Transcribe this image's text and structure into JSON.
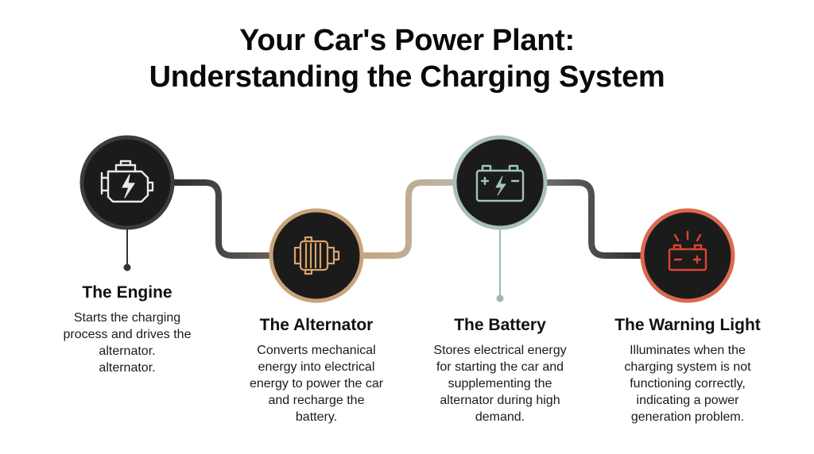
{
  "title": {
    "line1": "Your Car's Power Plant:",
    "line2": "Understanding the Charging System"
  },
  "colors": {
    "engine_ring": "#3c3c3c",
    "alternator_ring": "#c9a37a",
    "battery_ring": "#a6bfb7",
    "warning_ring": "#d96a52",
    "icon_light": "#e9e9e9",
    "icon_copper": "#d8a46c",
    "icon_teal": "#9fc6bd",
    "icon_red": "#e0452e"
  },
  "steps": [
    {
      "id": "engine",
      "icon": "engine-icon",
      "title": "The Engine",
      "text": [
        "Starts the charging",
        "process and drives the",
        "alternator.",
        "alternator."
      ]
    },
    {
      "id": "alternator",
      "icon": "alternator-icon",
      "title": "The Alternator",
      "text": [
        "Converts mechanical",
        "energy into electrical",
        "energy to power the car",
        "and recharge the",
        "battery."
      ]
    },
    {
      "id": "battery",
      "icon": "battery-icon",
      "title": "The Battery",
      "text": [
        "Stores electrical energy",
        "for starting the car and",
        "supplementing the",
        "alternator during high",
        "demand."
      ]
    },
    {
      "id": "warning",
      "icon": "warning-light-icon",
      "title": "The Warning Light",
      "text": [
        "Illuminates when the",
        "charging system is not",
        "functioning correctly,",
        "indicating a power",
        "generation problem."
      ]
    }
  ]
}
